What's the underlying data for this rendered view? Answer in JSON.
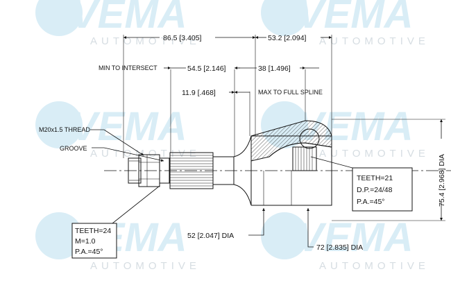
{
  "watermark": {
    "brand": "VEMA",
    "tagline": "AUTOMOTIVE",
    "colors": {
      "brand": "#d9edf6",
      "tagline": "#d6dde2"
    }
  },
  "dimensions": {
    "overall_length": "86.5 [3.405]",
    "bell_length": "53.2 [2.094]",
    "min_to_intersect_label": "MIN TO INTERSECT",
    "min_to_intersect_value": "54.5 [2.146]",
    "spline_section": "38 [1.496]",
    "spline_offset": "11.9 [.468]",
    "max_to_full_spline": "MAX TO FULL SPLINE",
    "outer_dia": "75.4 [2.968] DIA",
    "seal_dia": "52 [2.047] DIA",
    "body_dia": "72 [2.835] DIA"
  },
  "callouts": {
    "thread": "M20x1.5 THREAD",
    "groove": "GROOVE"
  },
  "spec_boxes": {
    "shaft": [
      "TEETH=24",
      "M=1.0",
      "P.A.=45°"
    ],
    "inner": [
      "TEETH=21",
      "D.P.=24/48",
      "P.A.=45°"
    ]
  }
}
